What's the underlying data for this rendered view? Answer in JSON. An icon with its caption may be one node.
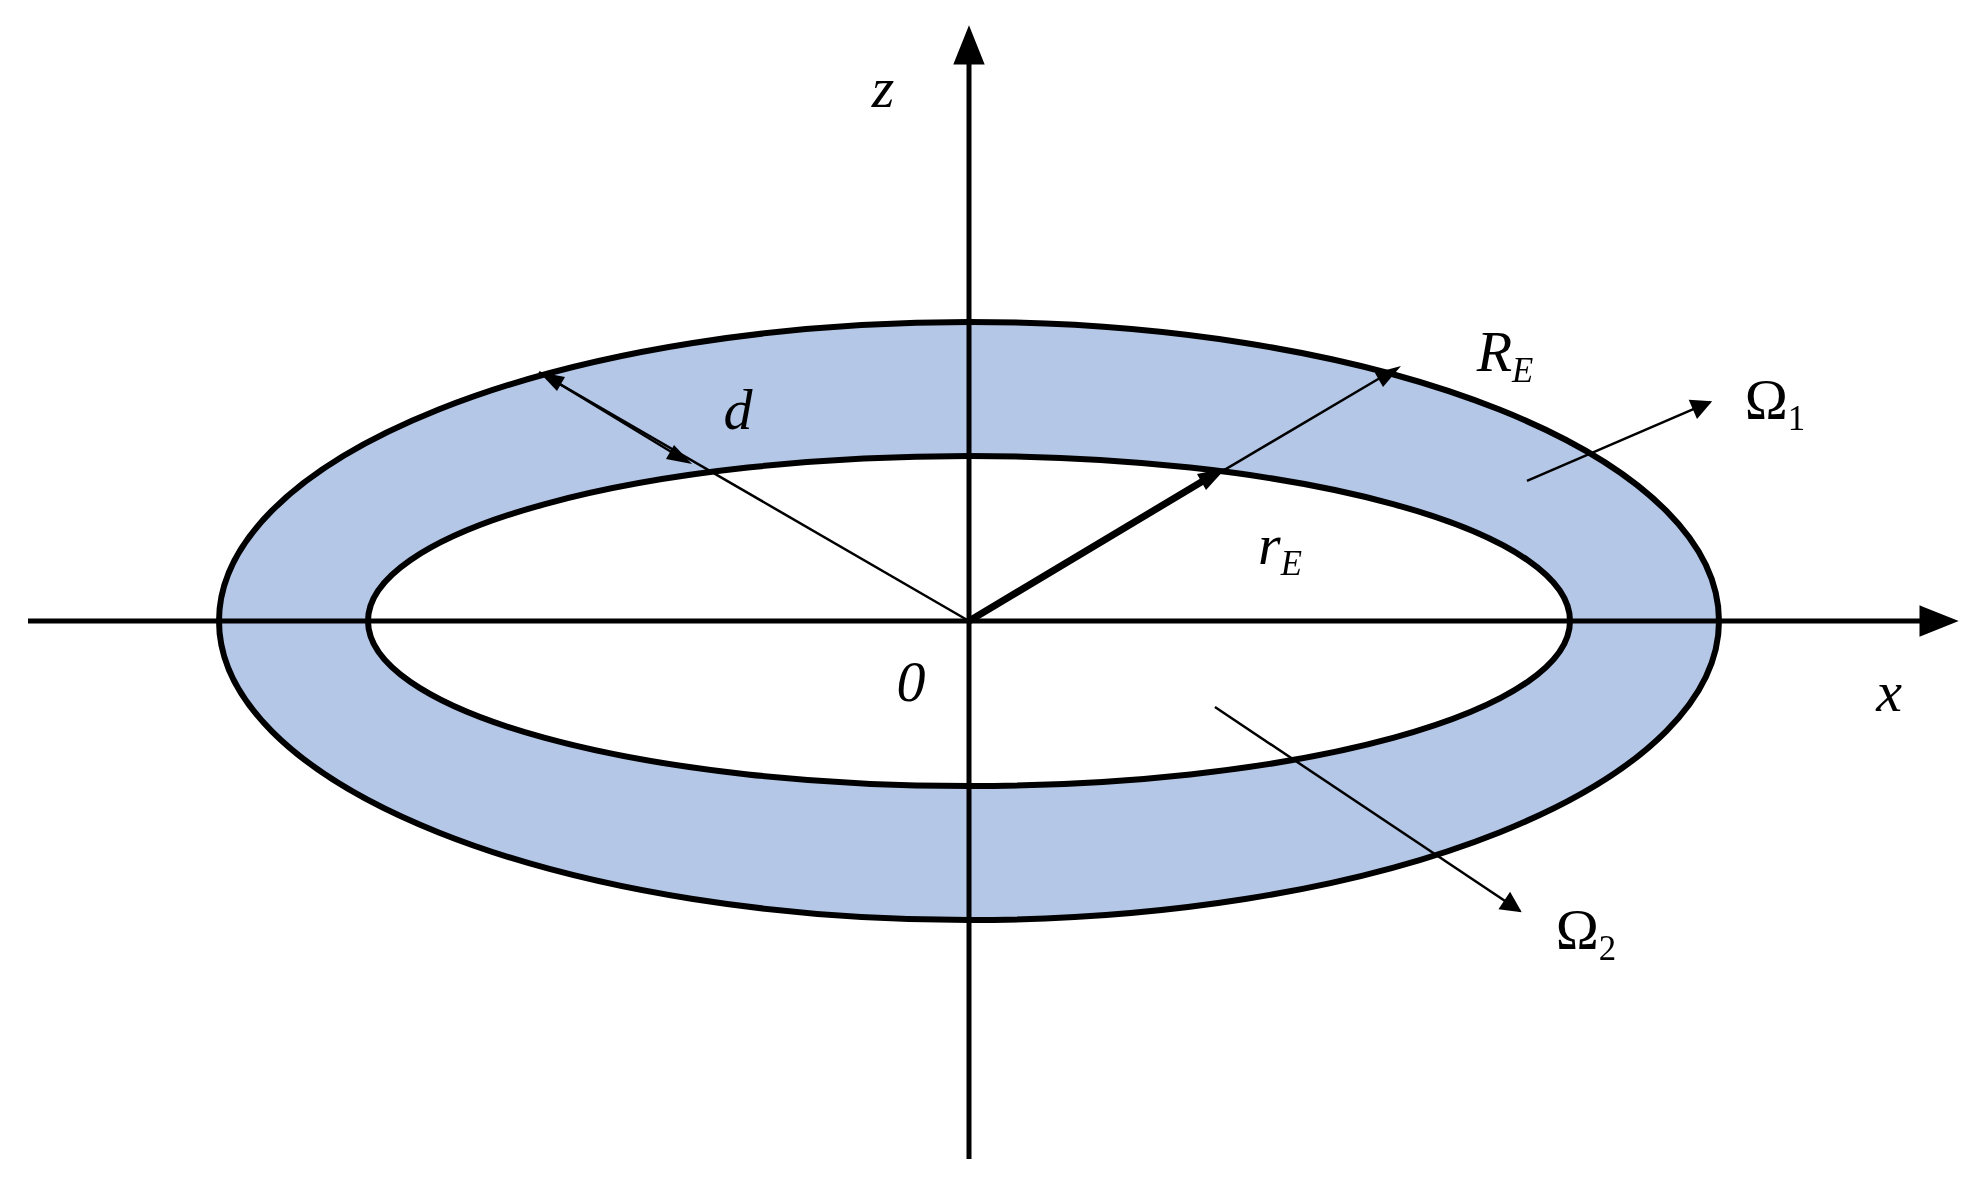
{
  "diagram": {
    "nodes": [
      {
        "text": [],
        "shape": "ellipse"
      },
      {
        "text": [],
        "shape": "ellipse",
        "in": 0
      },
      {
        "text": [
          "Ω$_{1}$"
        ]
      },
      {
        "text": [
          "Ω$_{2}$"
        ]
      }
    ],
    "edges": [
      {
        "from": 0,
        "to": 2,
        "arrow": "to"
      },
      {
        "from": 1,
        "to": 3,
        "arrow": "to"
      }
    ],
    "labels": [
      "z",
      "d",
      "R$_{E}$",
      "r$_{E}$",
      "0",
      "x"
    ]
  }
}
